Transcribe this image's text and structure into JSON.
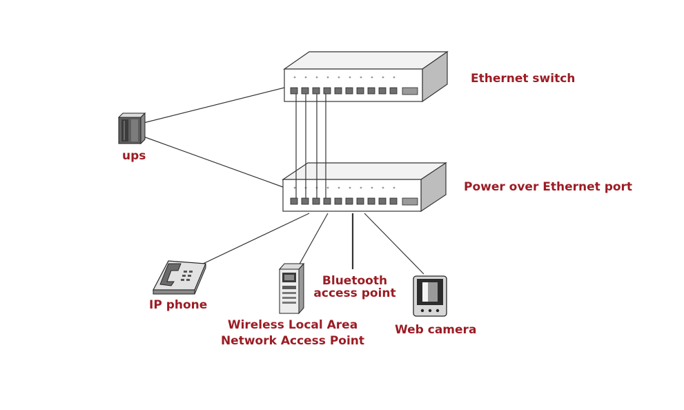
{
  "labels": {
    "ethernet_switch": "Ethernet switch",
    "poe_port": "Power over Ethernet port",
    "ups": "ups",
    "ip_phone": "IP phone",
    "wlan_line1": "Wireless Local Area",
    "wlan_line2": "Network Access Point",
    "bluetooth_line1": "Bluetooth",
    "bluetooth_line2": "access point",
    "web_camera": "Web camera"
  },
  "colors": {
    "label": "#9b1c24",
    "line": "#333333",
    "device_light": "#efefef",
    "device_mid": "#cfcfcf",
    "device_dark": "#7a7a7a"
  },
  "icons": {
    "ups": "ups-icon",
    "ip_phone": "ip-phone-icon",
    "wlan_ap": "access-point-icon",
    "web_camera": "web-camera-icon",
    "switch": "network-switch-icon"
  }
}
